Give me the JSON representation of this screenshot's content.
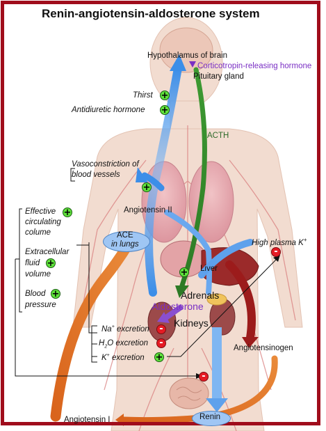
{
  "title": "Renin-angiotensin-aldosterone system",
  "labels": {
    "hypothalamus": "Hypothalamus of brain",
    "crh": "Corticotropin-releasing hormone",
    "pituitary": "Pituitary gland",
    "thirst": "Thirst",
    "adh": "Antidiuretic hormone",
    "acth": "ACTH",
    "vasoconstriction_1": "Vasoconstriction of",
    "vasoconstriction_2": "blood vessels",
    "angiotensin_ii": "Angiotensin II",
    "effective_1": "Effective",
    "effective_2": "circulating",
    "effective_3": "colume",
    "extracellular_1": "Extracellular",
    "extracellular_2": "fluid",
    "extracellular_3": "volume",
    "blood_1": "Blood",
    "blood_2": "pressure",
    "ace_1": "ACE",
    "ace_2": "in lungs",
    "high_k": "High plasma K",
    "high_k_sup": "+",
    "liver": "Liver",
    "adrenals": "Adrenals",
    "aldosterone": "Aldosterone",
    "kidneys": "Kidneys",
    "na_excretion": "excretion",
    "na": "Na",
    "na_sup": "+",
    "h2o": "H",
    "h2o_sub": "2",
    "h2o_excretion": "O excretion",
    "k": "K",
    "k_sup": "+",
    "k_excretion": " excretion",
    "angiotensinogen": "Angiotensinogen",
    "renin": "Renin",
    "angiotensin_i": "Angiotensin I"
  },
  "signs": {
    "plus": "+",
    "minus": "-"
  },
  "colors": {
    "border": "#a00d1c",
    "blue_arrow": "#3c8ee8",
    "green_arrow": "#3d9a32",
    "orange_arrow": "#d9641c",
    "red_arrow": "#9c1b1b",
    "purple_arrow": "#8a4fd0",
    "body": "#f2dcd0",
    "plus": "#5fe13b",
    "minus": "#e51b24"
  }
}
